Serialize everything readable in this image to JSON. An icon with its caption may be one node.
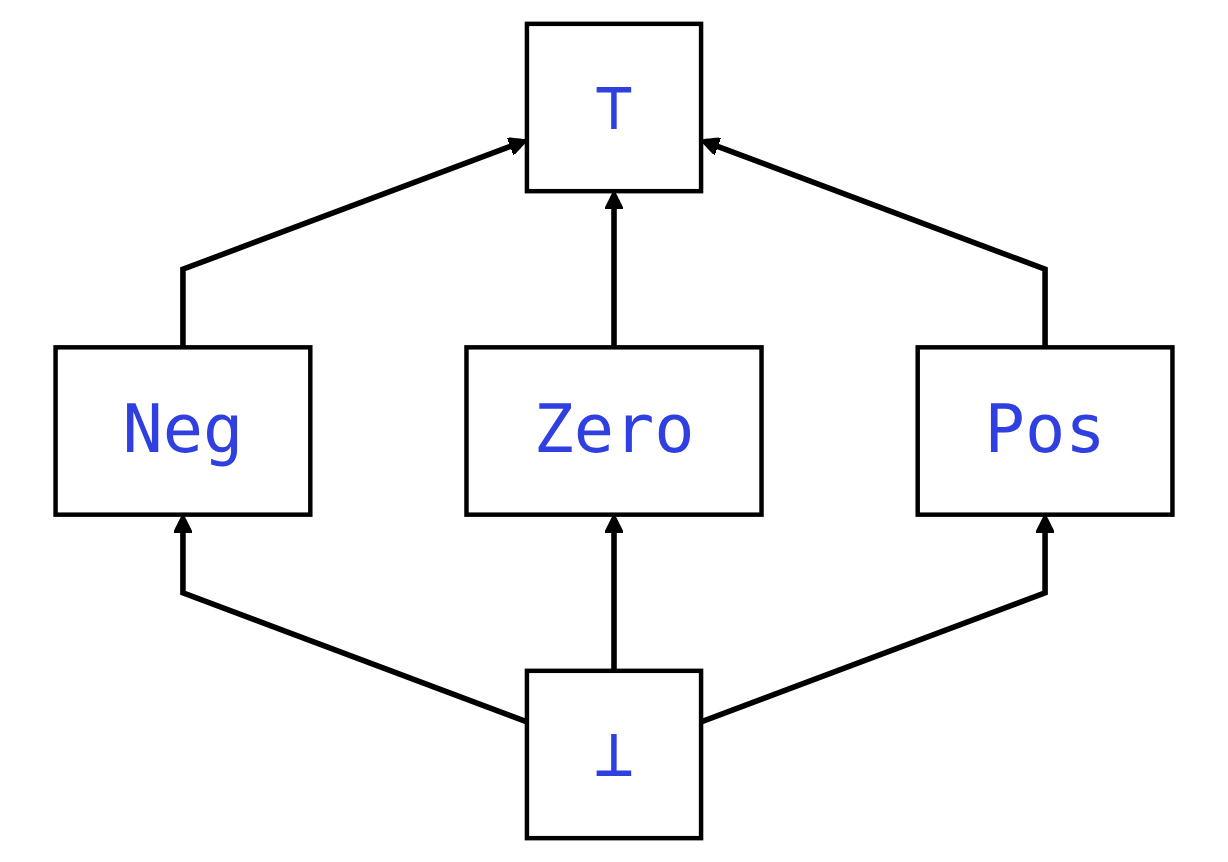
{
  "diagram": {
    "nodes": [
      {
        "text": [
          "⊤"
        ]
      },
      {
        "text": [
          "Neg"
        ]
      },
      {
        "text": [
          "Zero"
        ]
      },
      {
        "text": [
          "Pos"
        ]
      },
      {
        "text": [
          "⊥"
        ]
      }
    ],
    "edges": [
      {
        "from": 1,
        "to": 0,
        "arrow": "to"
      },
      {
        "from": 2,
        "to": 0,
        "arrow": "to"
      },
      {
        "from": 3,
        "to": 0,
        "arrow": "to"
      },
      {
        "from": 4,
        "to": 1,
        "arrow": "to"
      },
      {
        "from": 4,
        "to": 2,
        "arrow": "to"
      },
      {
        "from": 4,
        "to": 3,
        "arrow": "to"
      }
    ]
  }
}
